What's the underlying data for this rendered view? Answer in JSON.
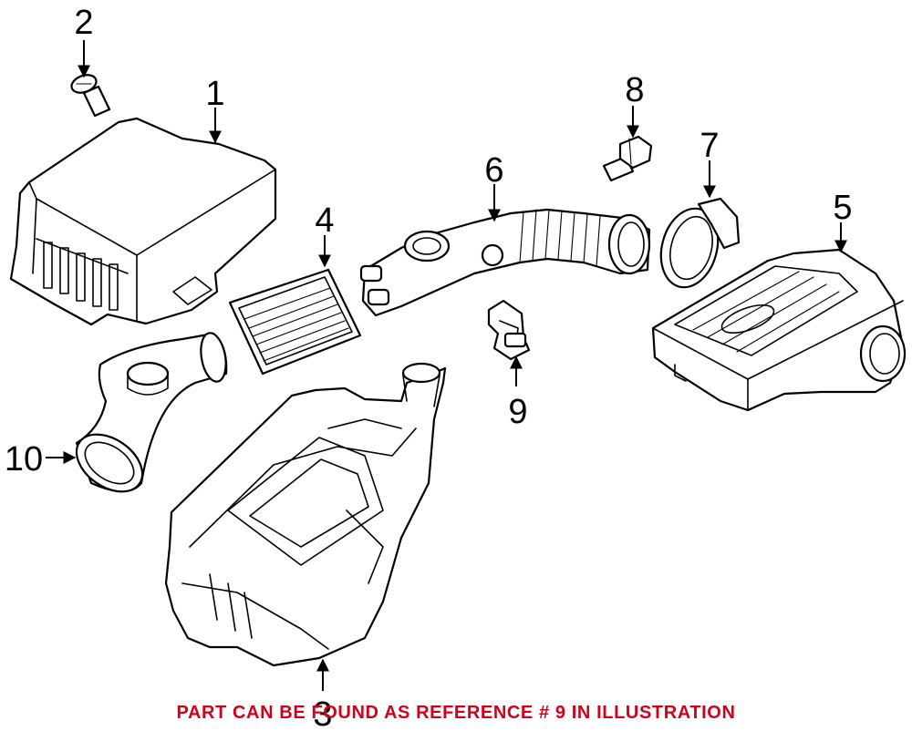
{
  "callouts": [
    {
      "id": "1",
      "label": "1"
    },
    {
      "id": "2",
      "label": "2"
    },
    {
      "id": "3",
      "label": "3"
    },
    {
      "id": "4",
      "label": "4"
    },
    {
      "id": "5",
      "label": "5"
    },
    {
      "id": "6",
      "label": "6"
    },
    {
      "id": "7",
      "label": "7"
    },
    {
      "id": "8",
      "label": "8"
    },
    {
      "id": "9",
      "label": "9"
    },
    {
      "id": "10",
      "label": "10"
    }
  ],
  "footer": {
    "note": "PART CAN BE FOUND AS REFERENCE # 9 IN ILLUSTRATION",
    "color": "#d0021b"
  },
  "colors": {
    "line": "#000000",
    "background": "#ffffff"
  }
}
